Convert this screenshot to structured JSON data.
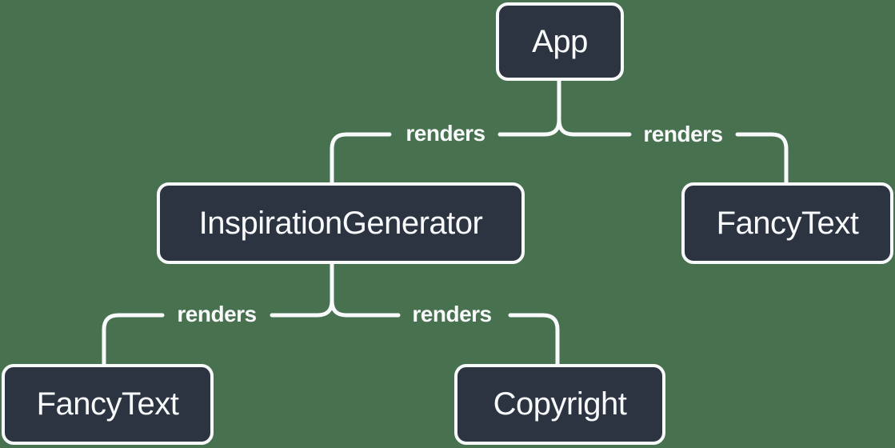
{
  "colors": {
    "background": "#48714F",
    "node_fill": "#2D3441",
    "node_border": "#F8F9FB",
    "line": "#F8F9FB",
    "text": "#F8F9FB"
  },
  "nodes": [
    {
      "id": "app",
      "label": "App"
    },
    {
      "id": "inspiration-generator",
      "label": "InspirationGenerator"
    },
    {
      "id": "fancy-text-top",
      "label": "FancyText"
    },
    {
      "id": "fancy-text-bottom",
      "label": "FancyText"
    },
    {
      "id": "copyright",
      "label": "Copyright"
    }
  ],
  "edges": [
    {
      "from": "App",
      "to": "InspirationGenerator",
      "label": "renders"
    },
    {
      "from": "App",
      "to": "FancyText",
      "label": "renders"
    },
    {
      "from": "InspirationGenerator",
      "to": "FancyText",
      "label": "renders"
    },
    {
      "from": "InspirationGenerator",
      "to": "Copyright",
      "label": "renders"
    }
  ]
}
